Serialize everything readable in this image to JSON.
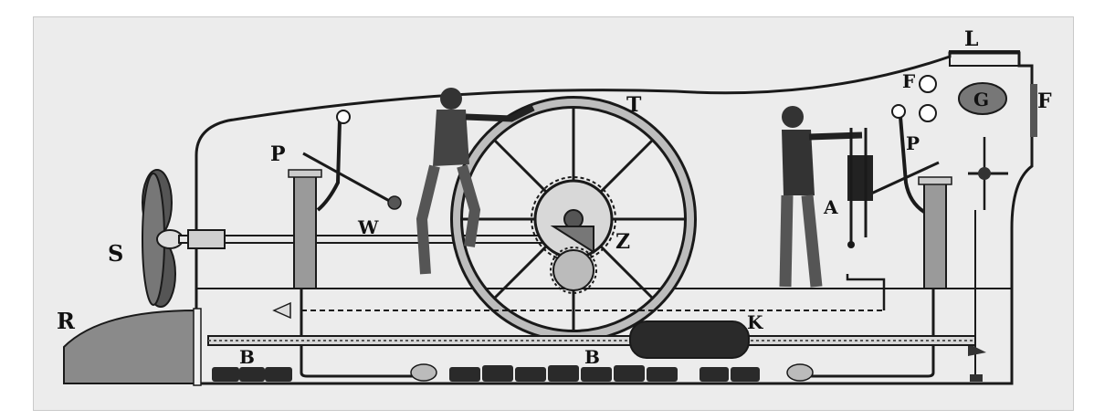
{
  "labels": {
    "S": "S",
    "R": "R",
    "P_left": "P",
    "P_right": "P",
    "W": "W",
    "T": "T",
    "Z": "Z",
    "A": "A",
    "K": "K",
    "B_left": "B",
    "B_center": "B",
    "F_top": "F",
    "F_right": "F",
    "G": "G",
    "L": "L"
  },
  "colors": {
    "ink": "#1a1a1a",
    "paper": "#ececec",
    "rudder": "#8a8a8a",
    "ballast": "#2a2a2a"
  }
}
